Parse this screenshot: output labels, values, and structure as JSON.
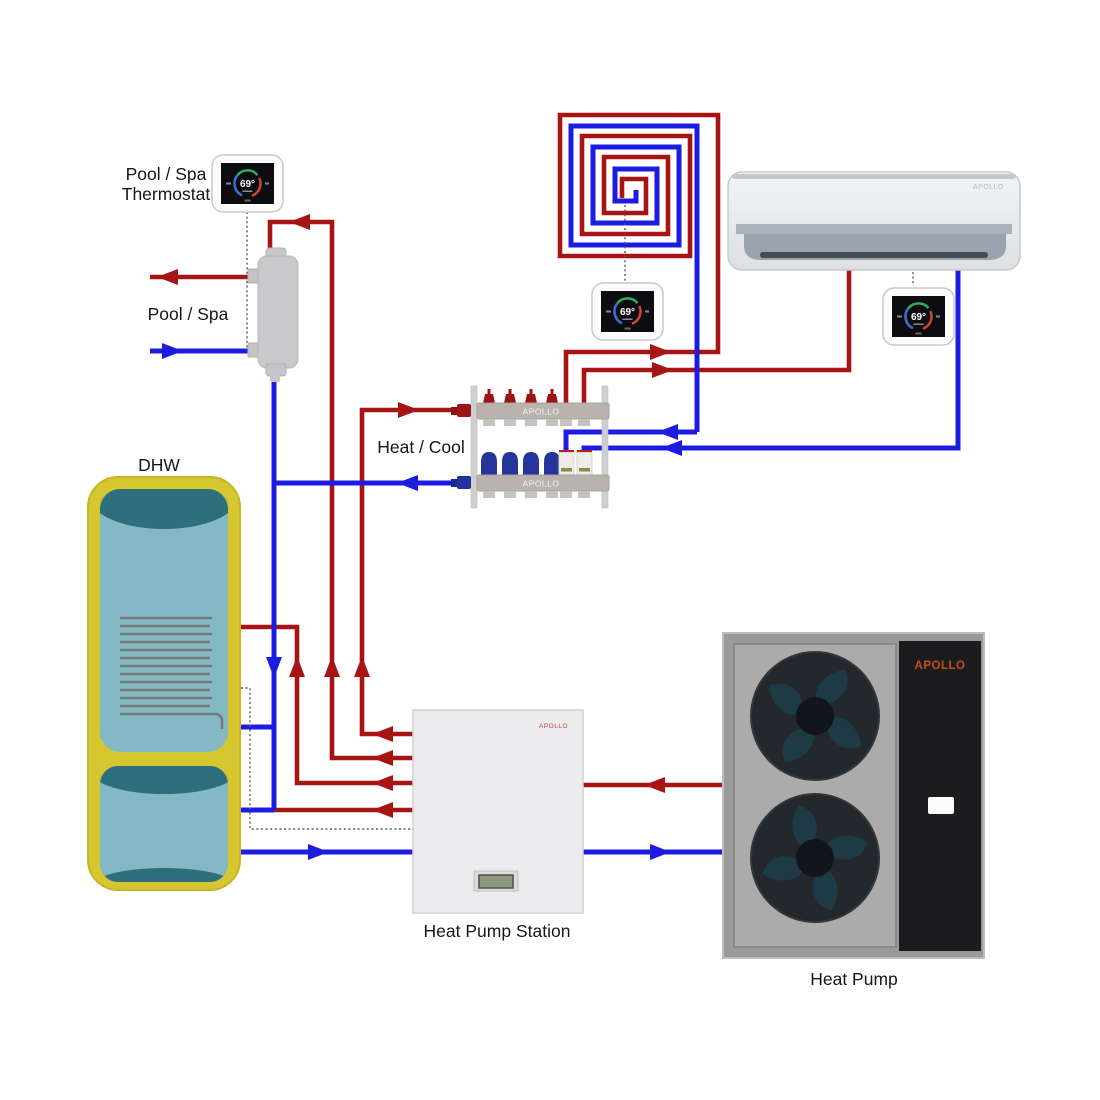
{
  "colors": {
    "hot_pipe": "#a81414",
    "cold_pipe": "#1c1ce0",
    "tank_shell": "#d6c630",
    "tank_water": "#83b8c4",
    "tank_dark": "#2e6f7e",
    "brand_red": "#c0452a",
    "gauge_green": "#2fae5f",
    "gauge_red": "#cf4432",
    "gauge_blue": "#3a6fd8"
  },
  "thermostats": {
    "pool_spa": {
      "temp": "69°"
    },
    "floor": {
      "temp": "69°"
    },
    "air_handler": {
      "temp": "69°"
    }
  },
  "labels": {
    "pool_spa_thermostat_line1": "Pool / Spa",
    "pool_spa_thermostat_line2": "Thermostat",
    "pool_spa": "Pool / Spa",
    "dhw": "DHW",
    "heat_cool": "Heat / Cool",
    "heat_pump_station": "Heat Pump Station",
    "heat_pump": "Heat Pump"
  },
  "brand": {
    "manifold_supply": "APOLLO",
    "manifold_return": "APOLLO",
    "air_handler": "APOLLO",
    "station": "APOLLO",
    "heat_pump": "APOLLO"
  }
}
